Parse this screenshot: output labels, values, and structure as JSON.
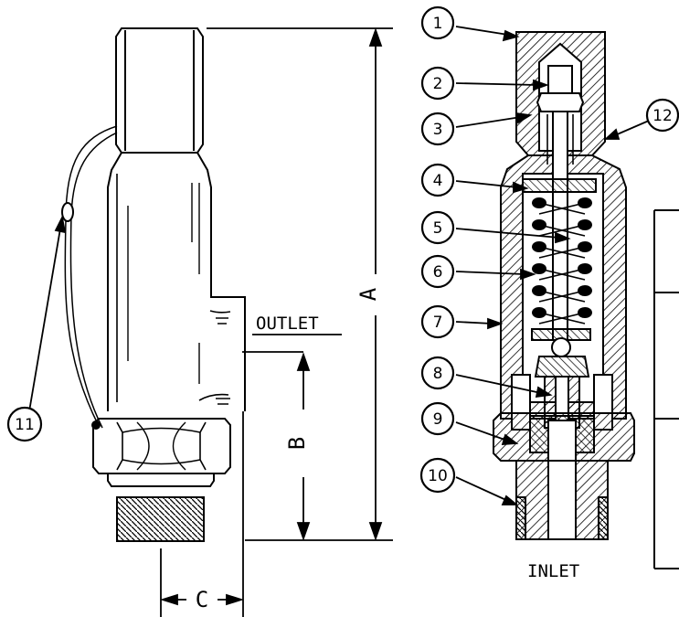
{
  "labels": {
    "outlet": "OUTLET",
    "inlet": "INLET",
    "dim_a": "A",
    "dim_b": "B",
    "dim_c": "C"
  },
  "callouts": [
    "1",
    "2",
    "3",
    "4",
    "5",
    "6",
    "7",
    "8",
    "9",
    "10",
    "11",
    "12"
  ]
}
